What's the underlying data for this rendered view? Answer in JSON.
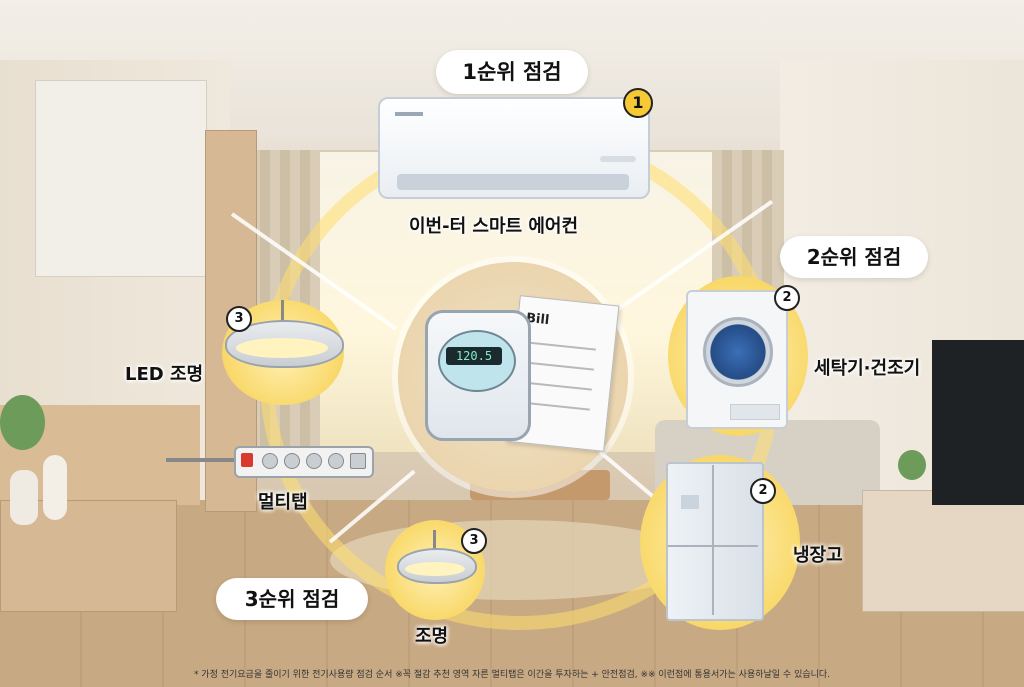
{
  "pill_1": "1순위 점검",
  "pill_2": "2순위 점검",
  "pill_3": "3순위 점검",
  "items": {
    "air_conditioner": "이번-터 스마트 에어컨",
    "washer_dryer": "세탁기·건조기",
    "refrigerator": "냉장고",
    "led_light": "LED 조명",
    "power_strip": "멀티탭",
    "light": "조명"
  },
  "badges": {
    "b1": "1",
    "b2": "2",
    "b3": "3"
  },
  "meter_value": "120.5",
  "bill_title": "Bill",
  "footer_note": "* 가정 전기요금을 줄이기 위한 전기사용량 점검 순서 ※꼭 절감 추천 영역 자른 멀티탭은 이간을 투자하는 + 안전점검, ※※ 이런점에 통용서가는 사용하날일 수 있습니다.",
  "colors": {
    "accent_yellow": "#f6c935",
    "glow": "#f9d96b"
  }
}
